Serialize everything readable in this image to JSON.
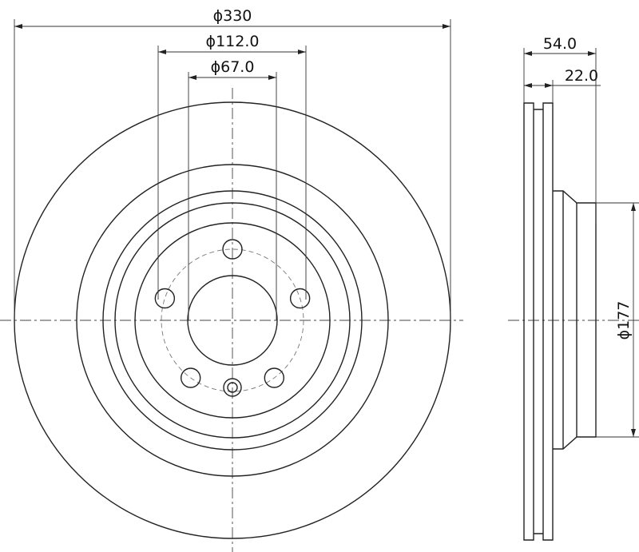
{
  "drawing": {
    "front_view": {
      "outer_diameter_label": "ϕ330",
      "bolt_circle_label": "ϕ112.0",
      "center_bore_label": "ϕ67.0",
      "bolt_holes": 5
    },
    "side_view": {
      "overall_height_label": "54.0",
      "disc_thickness_label": "22.0",
      "hat_diameter_label": "ϕ177"
    }
  }
}
